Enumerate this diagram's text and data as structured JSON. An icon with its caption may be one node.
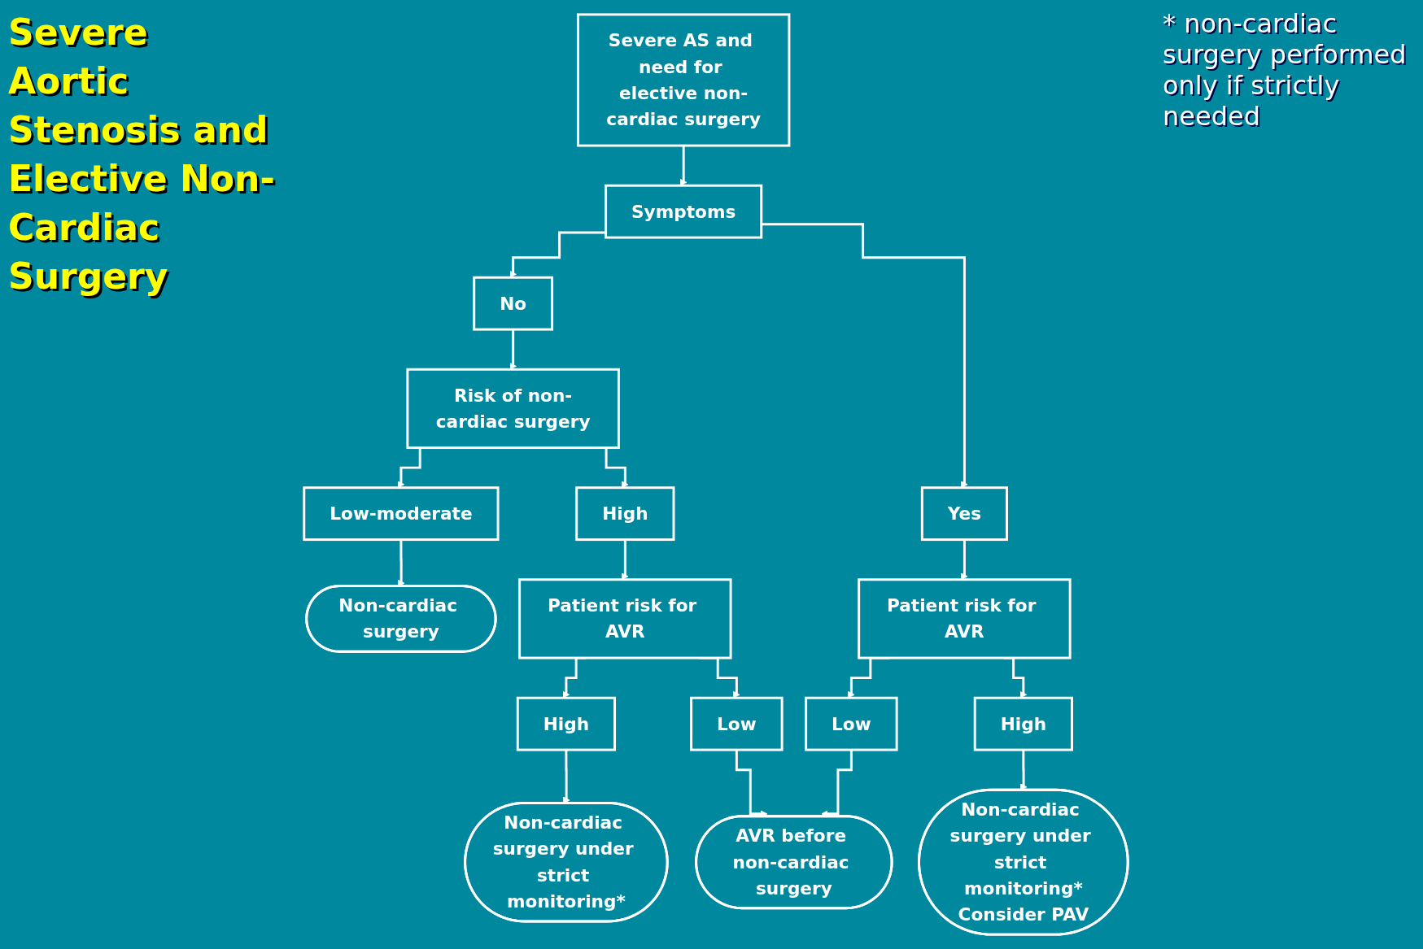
{
  "diagram": {
    "title": "Severe Aortic Stenosis and Elective Non-Cardiac Surgery",
    "nodes": [
      {
        "text": [
          "Severe AS and need for elective non-cardiac surgery"
        ]
      },
      {
        "text": [
          "Symptoms"
        ]
      },
      {
        "text": [
          "No"
        ]
      },
      {
        "text": [
          "Yes"
        ]
      },
      {
        "text": [
          "Risk of non-cardiac surgery"
        ]
      },
      {
        "text": [
          "Low-moderate"
        ]
      },
      {
        "text": [
          "High"
        ]
      },
      {
        "text": [
          "Patient risk for AVR"
        ]
      },
      {
        "text": [
          "Patient risk for AVR"
        ]
      },
      {
        "text": [
          "High"
        ]
      },
      {
        "text": [
          "Low"
        ]
      },
      {
        "text": [
          "Low"
        ]
      },
      {
        "text": [
          "High"
        ]
      },
      {
        "text": [
          "Non-cardiac surgery"
        ]
      },
      {
        "text": [
          "Non-cardiac surgery under strict monitoring*"
        ]
      },
      {
        "text": [
          "AVR before non-cardiac surgery"
        ]
      },
      {
        "text": [
          "Non-cardiac surgery under strict monitoring*",
          "Consider PAV"
        ]
      }
    ],
    "edges": [
      {
        "from": 0,
        "to": 1,
        "arrow": "to"
      },
      {
        "from": 1,
        "to": 2,
        "arrow": "to"
      },
      {
        "from": 1,
        "to": 3,
        "arrow": "to"
      },
      {
        "from": 2,
        "to": 4,
        "arrow": "to"
      },
      {
        "from": 4,
        "to": 5,
        "arrow": "to"
      },
      {
        "from": 4,
        "to": 6,
        "arrow": "to"
      },
      {
        "from": 6,
        "to": 7,
        "arrow": "to"
      },
      {
        "from": 3,
        "to": 8,
        "arrow": "to"
      },
      {
        "from": 7,
        "to": 9,
        "arrow": "to"
      },
      {
        "from": 7,
        "to": 10,
        "arrow": "to"
      },
      {
        "from": 8,
        "to": 11,
        "arrow": "to"
      },
      {
        "from": 8,
        "to": 12,
        "arrow": "to"
      },
      {
        "from": 5,
        "to": 13,
        "arrow": "to"
      },
      {
        "from": 9,
        "to": 14,
        "arrow": "to"
      },
      {
        "from": 10,
        "to": 15,
        "arrow": "to"
      },
      {
        "from": 11,
        "to": 15,
        "arrow": "to"
      },
      {
        "from": 12,
        "to": 16,
        "arrow": "to"
      }
    ],
    "labels": [
      "* non-cardiac surgery performed only if strictly needed"
    ]
  }
}
